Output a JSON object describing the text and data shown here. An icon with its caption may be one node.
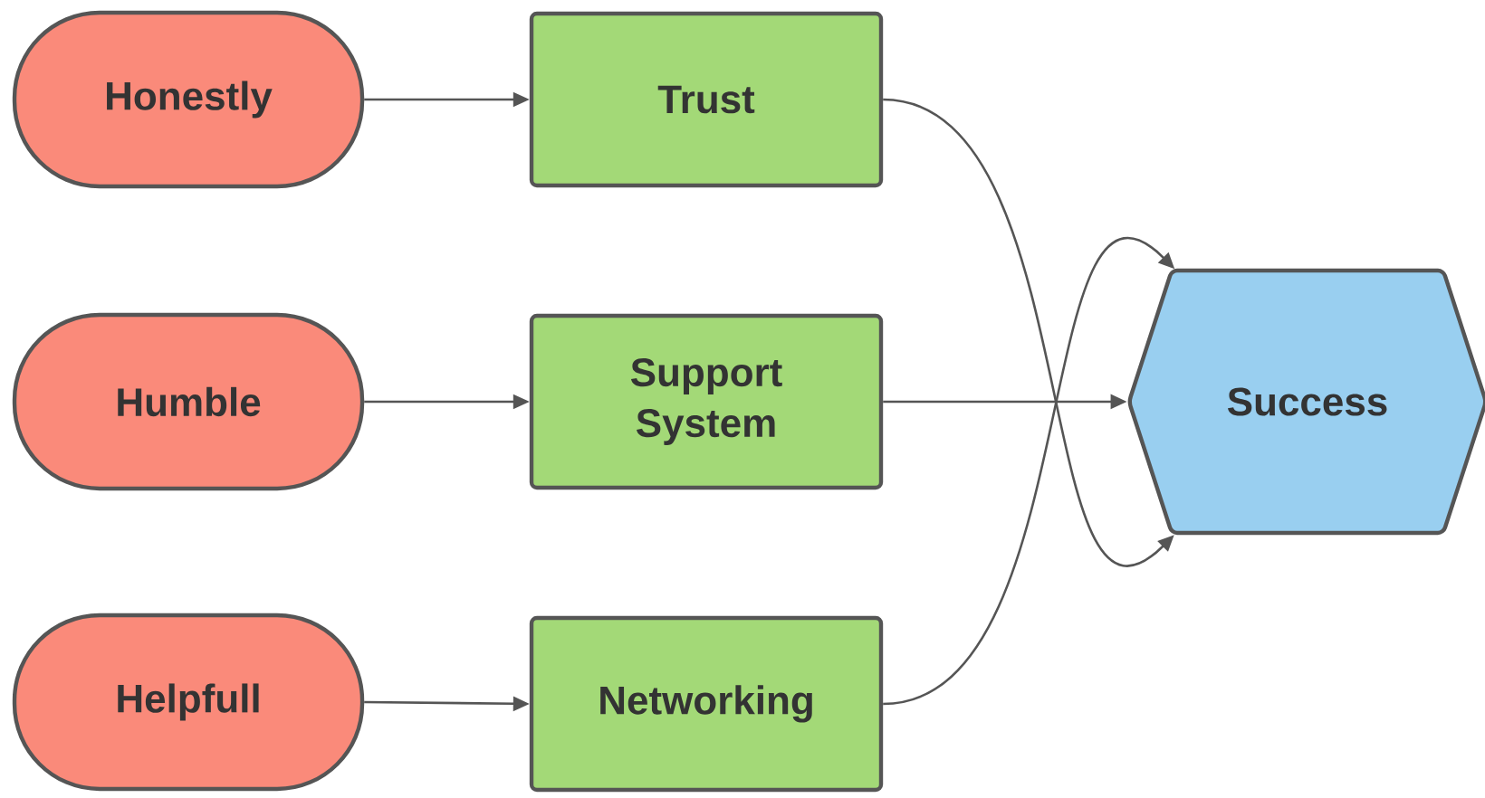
{
  "diagram": {
    "nodes": [
      {
        "text": [
          "Honestly"
        ]
      },
      {
        "text": [
          "Trust"
        ]
      },
      {
        "text": [
          "Humble"
        ]
      },
      {
        "text": [
          "Support System"
        ]
      },
      {
        "text": [
          "Helpfull"
        ]
      },
      {
        "text": [
          "Networking"
        ]
      },
      {
        "text": [
          "Success"
        ]
      }
    ],
    "edges": [
      {
        "from": 0,
        "to": 1,
        "arrow": "to"
      },
      {
        "from": 2,
        "to": 3,
        "arrow": "to"
      },
      {
        "from": 4,
        "to": 5,
        "arrow": "to"
      },
      {
        "from": 1,
        "to": 6,
        "arrow": "to"
      },
      {
        "from": 3,
        "to": 6,
        "arrow": "to"
      },
      {
        "from": 5,
        "to": 6,
        "arrow": "to"
      }
    ]
  }
}
